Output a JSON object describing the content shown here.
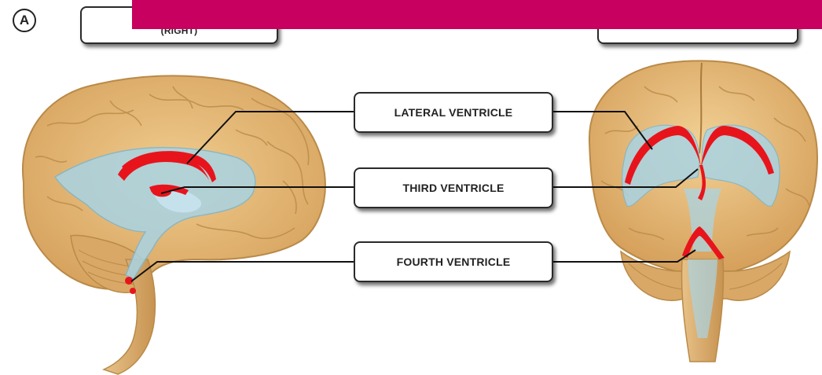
{
  "panel_letter": "A",
  "labels": {
    "top_left": "(RIGHT)",
    "top_right": "",
    "lateral_ventricle": "LATERAL VENTRICLE",
    "third_ventricle": "THIRD VENTRICLE",
    "fourth_ventricle": "FOURTH VENTRICLE"
  },
  "colors": {
    "brain_tissue": "#e3b877",
    "brain_outline": "#b98a48",
    "ventricle_blue": "#a9d4e4",
    "ventricle_red": "#e8141c",
    "overlay_banner": "#c8005f"
  }
}
